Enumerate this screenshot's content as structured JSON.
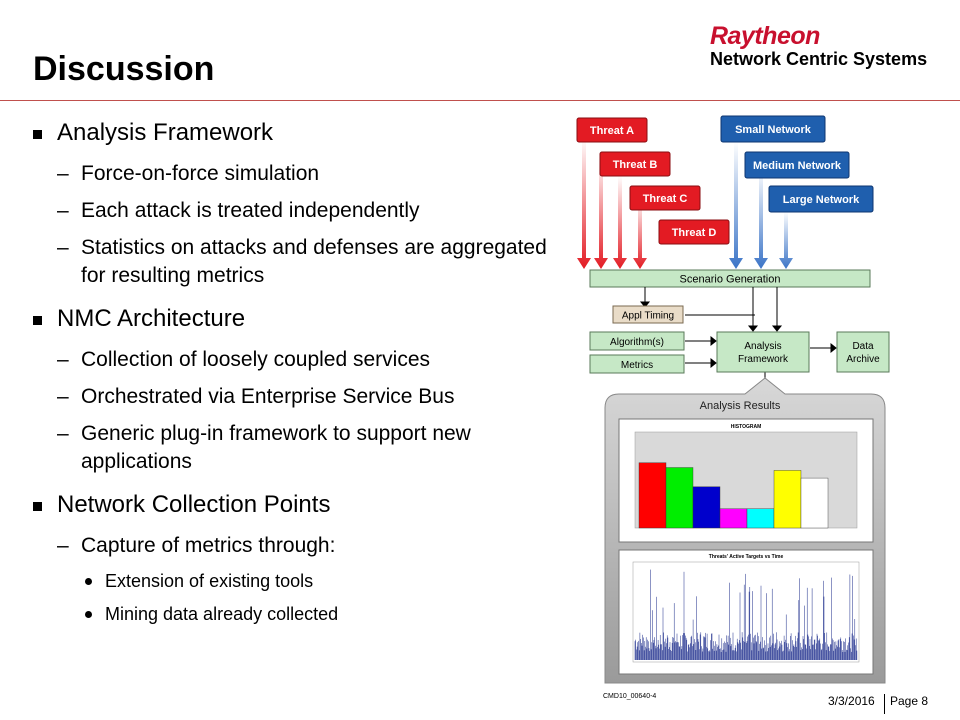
{
  "slide": {
    "title": "Discussion",
    "logo": {
      "brand": "Raytheon",
      "subtitle": "Network Centric Systems"
    }
  },
  "bullets": [
    {
      "text": "Analysis Framework",
      "subs": [
        "Force-on-force simulation",
        "Each attack is treated independently",
        "Statistics on attacks and defenses are aggregated for resulting metrics"
      ]
    },
    {
      "text": "NMC Architecture",
      "subs": [
        "Collection of loosely coupled services",
        "Orchestrated via Enterprise Service Bus",
        "Generic plug-in framework to support new applications"
      ]
    },
    {
      "text": "Network Collection Points",
      "subs": [
        "Capture of metrics through:"
      ],
      "subsubs": [
        "Extension of existing tools",
        "Mining data already collected"
      ]
    }
  ],
  "diagram": {
    "threats": [
      "Threat A",
      "Threat B",
      "Threat C",
      "Threat D"
    ],
    "networks": [
      "Small Network",
      "Medium Network",
      "Large Network"
    ],
    "scenario": "Scenario Generation",
    "appl_timing": "Appl Timing",
    "algorithms": "Algorithm(s)",
    "metrics": "Metrics",
    "analysis_framework_l1": "Analysis",
    "analysis_framework_l2": "Framework",
    "data_archive_l1": "Data",
    "data_archive_l2": "Archive",
    "results_title": "Analysis Results",
    "histogram_title": "HISTOGRAM",
    "timeline_title": "Threats' Active Targets vs Time",
    "doc_id": "CMD10_00640-4",
    "colors": {
      "threat": "#e31b23",
      "network": "#1f5fae",
      "box": "#c6e8c6",
      "hist": [
        "#ff0000",
        "#00ee00",
        "#0000cc",
        "#ff00ff",
        "#00ffff",
        "#ffff00",
        "#ffffff"
      ]
    }
  },
  "chart_data": {
    "type": "bar",
    "title": "HISTOGRAM",
    "categories": [
      "",
      "",
      "",
      "",
      "",
      "",
      ""
    ],
    "values": [
      0.68,
      0.63,
      0.43,
      0.2,
      0.2,
      0.6,
      0.52
    ]
  },
  "footer": {
    "date": "3/3/2016",
    "page": "Page 8"
  }
}
